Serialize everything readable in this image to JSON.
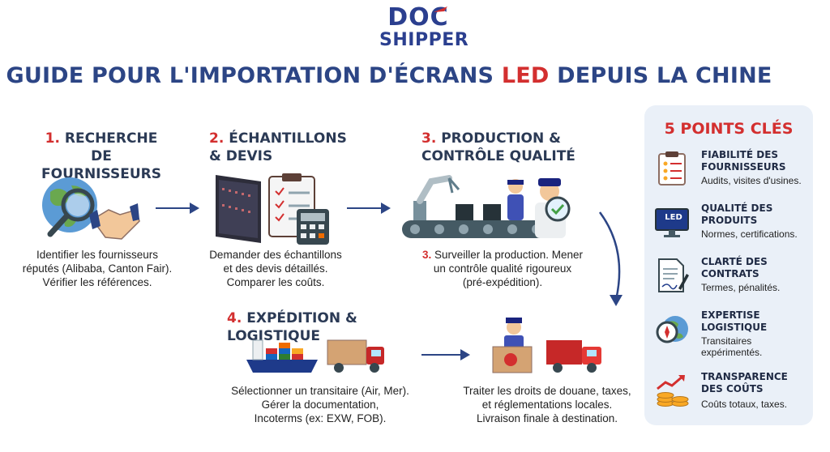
{
  "logo": {
    "top": "DOC",
    "bottom": "SHIPPER"
  },
  "title": {
    "before": "GUIDE POUR L'IMPORTATION D'ÉCRANS ",
    "highlight": "LED",
    "after": "  DEPUIS LA CHINE"
  },
  "steps": [
    {
      "num": "1.",
      "title_line1": "RECHERCHE DE",
      "title_line2": "FOURNISSEURS",
      "desc": [
        "Identifier les fournisseurs",
        "réputés (Alibaba, Canton Fair).",
        "Vérifier les références."
      ]
    },
    {
      "num": "2.",
      "title_line1": "ÉCHANTILLONS",
      "title_line2": "& DEVIS",
      "desc": [
        "Demander des échantillons",
        "et des devis détaillés.",
        "Comparer les coûts."
      ]
    },
    {
      "num": "3.",
      "title_line1": "PRODUCTION &",
      "title_line2": "CONTRÔLE QUALITÉ",
      "desc_num": "3.",
      "desc": [
        " Surveiller la production. Mener",
        "un contrôle qualité rigoureux",
        "(pré-expédition)."
      ]
    },
    {
      "num": "4.",
      "title_line1": "EXPÉDITION & LOGISTIQUE",
      "desc_left": [
        "Sélectionner un transitaire  (Air, Mer).",
        "Gérer la documentation,",
        "Incoterms (ex: EXW, FOB)."
      ],
      "desc_right": [
        "Traiter les droits de douane, taxes,",
        "et réglementations locales.",
        "Livraison finale à destination."
      ]
    }
  ],
  "panel": {
    "title": "5 POINTS CLÉS",
    "items": [
      {
        "title1": "FIABILITÉ DES",
        "title2": "FOURNISSEURS",
        "desc": [
          "Audits, visites d'usines."
        ],
        "icon": "clipboard-stars-icon"
      },
      {
        "title1": "QUALITÉ DES",
        "title2": "PRODUITS",
        "desc": [
          "Normes, certifications."
        ],
        "icon": "led-monitor-icon",
        "icon_text": "LED"
      },
      {
        "title1": "CLARTÉ DES",
        "title2": "CONTRATS",
        "desc": [
          "Termes, pénalités."
        ],
        "icon": "contract-pen-icon"
      },
      {
        "title1": "EXPERTISE",
        "title2": "LOGISTIQUE",
        "desc": [
          "Transitaires",
          "expérimentés."
        ],
        "icon": "compass-globe-icon"
      },
      {
        "title1": "TRANSPARENCE",
        "title2": "DES COÛTS",
        "desc": [
          "Coûts totaux, taxes."
        ],
        "icon": "coins-chart-icon"
      }
    ]
  },
  "colors": {
    "accent": "#d32f2f",
    "navy": "#2c4585",
    "panel": "#eaf0f8"
  }
}
